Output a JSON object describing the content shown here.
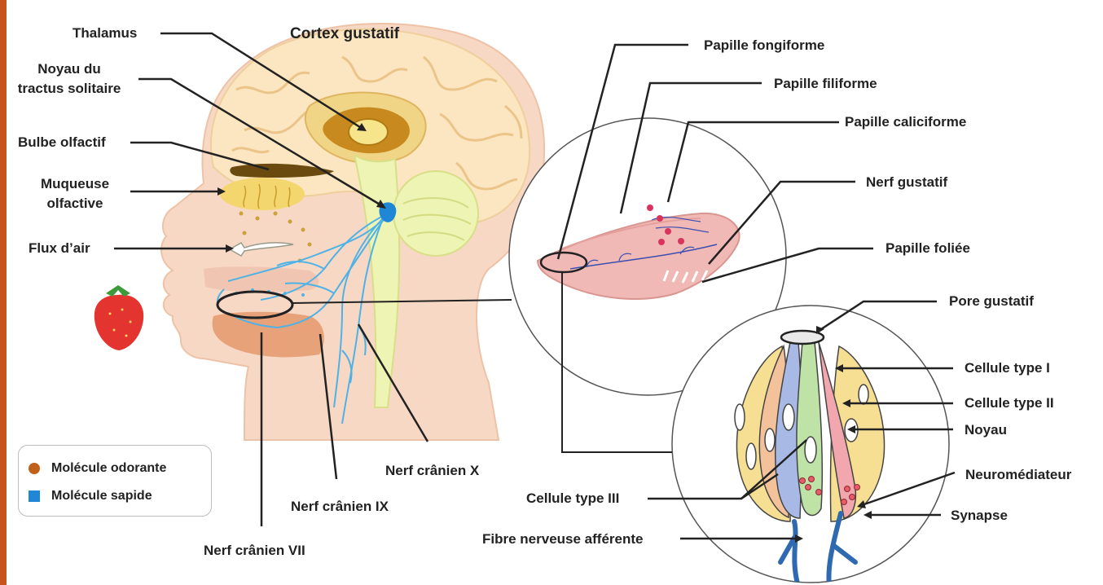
{
  "labels": {
    "cortex": "Cortex gustatif",
    "thalamus": "Thalamus",
    "noyau_tractus_1": "Noyau du",
    "noyau_tractus_2": "tractus solitaire",
    "bulbe": "Bulbe olfactif",
    "muqueuse_1": "Muqueuse",
    "muqueuse_2": "olfactive",
    "flux": "Flux d’air",
    "nerf_x": "Nerf crânien X",
    "nerf_ix": "Nerf crânien IX",
    "nerf_vii": "Nerf crânien VII",
    "papille_fongiforme": "Papille fongiforme",
    "papille_filiforme": "Papille filiforme",
    "papille_caliciforme": "Papille caliciforme",
    "nerf_gustatif": "Nerf gustatif",
    "papille_foliee": "Papille foliée",
    "pore_gustatif": "Pore gustatif",
    "cellule_type_1": "Cellule type I",
    "cellule_type_2": "Cellule type II",
    "noyau": "Noyau",
    "neuromediateur": "Neuromédiateur",
    "synapse": "Synapse",
    "cellule_type_3": "Cellule type III",
    "fibre": "Fibre nerveuse afférente"
  },
  "legend": {
    "items": [
      {
        "label": "Molécule odorante",
        "color": "#c0601a",
        "shape": "dot"
      },
      {
        "label": "Molécule sapide",
        "color": "#1f87d6",
        "shape": "square"
      }
    ]
  },
  "colors": {
    "skin": "#f7d8c4",
    "brain": "#fbe6c1",
    "brain_fold": "#e9b77b",
    "thalamus_ring": "#c88a1f",
    "nerve": "#4fb2e6",
    "tongue": "#f1b9b6",
    "mouth": "#e8a27a",
    "cell_yellow": "#f6de93",
    "cell_blue": "#a9b9e6",
    "cell_green": "#bfe3a6",
    "cell_pink": "#f2a6ad",
    "fiber": "#2f6ab0",
    "strawberry": "#e3342f",
    "edge": "#c8531e"
  }
}
